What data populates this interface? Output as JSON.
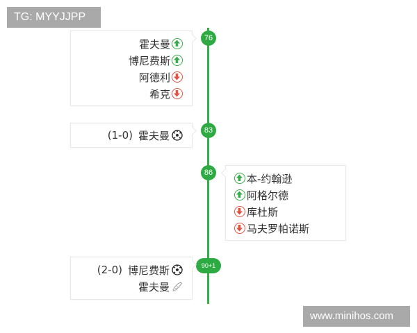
{
  "watermarks": {
    "top": "TG: MYYJJPP",
    "bottom": "www.minihos.com"
  },
  "colors": {
    "timeline_green": "#3aab4a",
    "badge_green": "#2eaa42",
    "sub_in_green": "#3aab4a",
    "sub_out_red": "#e0533f",
    "text": "#333333",
    "watermark_bg": "#a9a9a9"
  },
  "events": [
    {
      "minute": "76",
      "side": "left",
      "type": "substitution",
      "items": [
        {
          "player": "霍夫曼",
          "icon": "sub-in-arrow-up-icon"
        },
        {
          "player": "博尼费斯",
          "icon": "sub-in-arrow-up-icon"
        },
        {
          "player": "阿德利",
          "icon": "sub-out-arrow-down-icon"
        },
        {
          "player": "希克",
          "icon": "sub-out-arrow-down-icon"
        }
      ]
    },
    {
      "minute": "83",
      "side": "left",
      "type": "goal",
      "items": [
        {
          "score": "(1-0)",
          "player": "霍夫曼",
          "icon": "soccer-ball-icon"
        }
      ]
    },
    {
      "minute": "86",
      "side": "right",
      "type": "substitution",
      "items": [
        {
          "player": "本-约翰逊",
          "icon": "sub-in-arrow-up-icon"
        },
        {
          "player": "阿格尔德",
          "icon": "sub-in-arrow-up-icon"
        },
        {
          "player": "库杜斯",
          "icon": "sub-out-arrow-down-icon"
        },
        {
          "player": "马夫罗帕诺斯",
          "icon": "sub-out-arrow-down-icon"
        }
      ]
    },
    {
      "minute": "90+1",
      "side": "left",
      "type": "goal",
      "items": [
        {
          "score": "(2-0)",
          "player": "博尼费斯",
          "icon": "soccer-ball-icon"
        },
        {
          "player": "霍夫曼",
          "icon": "assist-boot-icon"
        }
      ]
    }
  ]
}
